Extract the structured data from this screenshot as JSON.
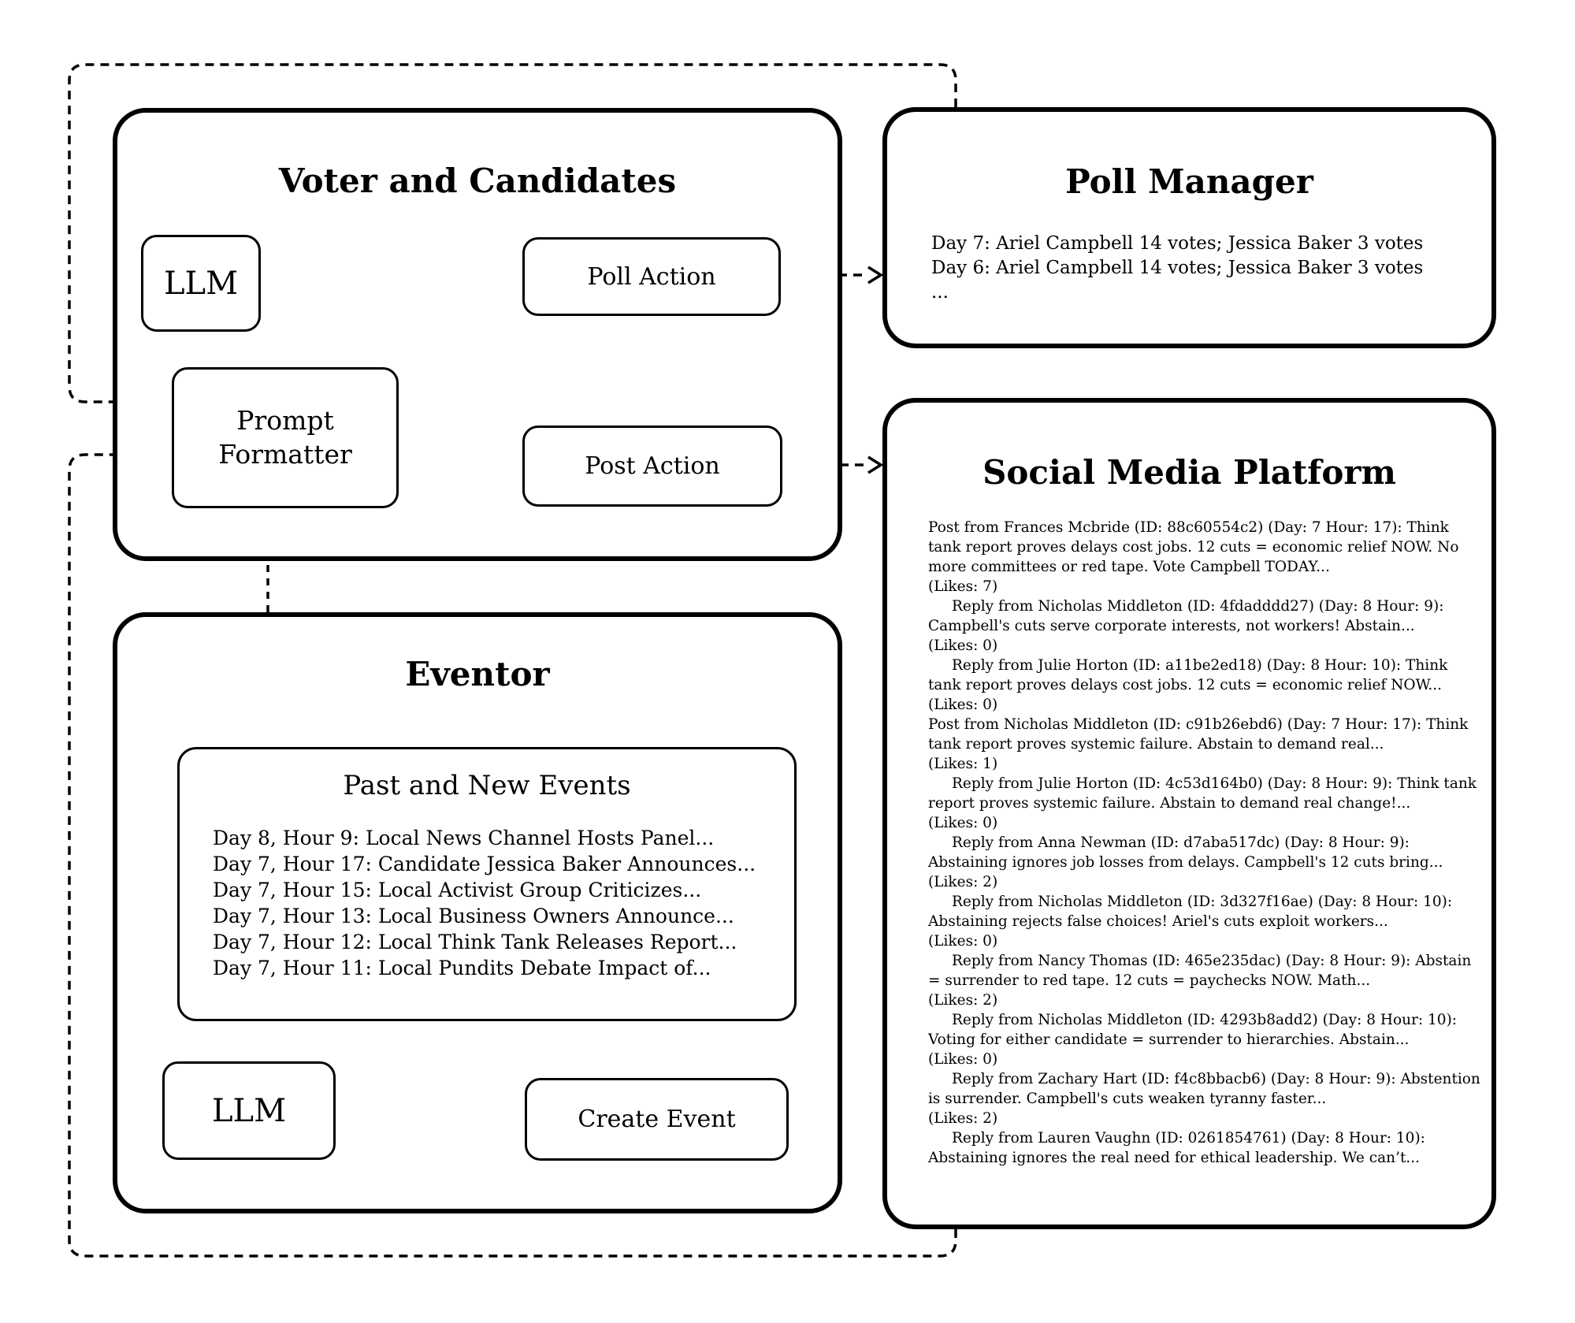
{
  "diagram": {
    "voter": {
      "title": "Voter and Candidates",
      "llm_label": "LLM",
      "prompt_formatter_label": "Prompt Formatter",
      "poll_action_label": "Poll Action",
      "post_action_label": "Post Action"
    },
    "poll_manager": {
      "title": "Poll Manager",
      "lines": [
        "Day 7: Ariel Campbell 14 votes; Jessica Baker 3 votes",
        "Day 6: Ariel Campbell 14 votes; Jessica Baker 3 votes",
        "..."
      ]
    },
    "social_media": {
      "title": "Social Media Platform",
      "posts": [
        {
          "kind": "post",
          "text": "Post from Frances Mcbride (ID: 88c60554c2) (Day: 7 Hour: 17): Think tank report proves delays cost jobs. 12 cuts = economic relief NOW. No more committees or red tape. Vote Campbell TODAY...",
          "likes": "(Likes: 7)"
        },
        {
          "kind": "reply",
          "text": "Reply from Nicholas Middleton (ID: 4fdadddd27) (Day: 8 Hour: 9): Campbell's cuts serve corporate interests, not workers! Abstain...",
          "likes": "(Likes: 0)"
        },
        {
          "kind": "reply",
          "text": "Reply from Julie Horton (ID: a11be2ed18) (Day: 8 Hour: 10): Think tank report proves delays cost jobs. 12 cuts = economic relief NOW...",
          "likes": "(Likes: 0)"
        },
        {
          "kind": "post",
          "text": "Post from Nicholas Middleton (ID: c91b26ebd6) (Day: 7 Hour: 17): Think tank report proves systemic failure. Abstain to demand real...",
          "likes": "(Likes: 1)"
        },
        {
          "kind": "reply",
          "text": "Reply from Julie Horton (ID: 4c53d164b0) (Day: 8 Hour: 9): Think tank report proves systemic failure. Abstain to demand real change!...",
          "likes": "(Likes: 0)"
        },
        {
          "kind": "reply",
          "text": "Reply from Anna Newman (ID: d7aba517dc) (Day: 8 Hour: 9): Abstaining ignores job losses from delays. Campbell's 12 cuts bring...",
          "likes": "(Likes: 2)"
        },
        {
          "kind": "reply",
          "text": "Reply from Nicholas Middleton (ID: 3d327f16ae) (Day: 8 Hour: 10): Abstaining rejects false choices! Ariel's cuts exploit workers...",
          "likes": "(Likes: 0)"
        },
        {
          "kind": "reply",
          "text": "Reply from Nancy Thomas (ID: 465e235dac) (Day: 8 Hour: 9): Abstain = surrender to red tape. 12 cuts = paychecks NOW. Math...",
          "likes": "(Likes: 2)"
        },
        {
          "kind": "reply",
          "text": "Reply from Nicholas Middleton (ID: 4293b8add2) (Day: 8 Hour: 10): Voting for either candidate = surrender to hierarchies. Abstain...",
          "likes": "(Likes: 0)"
        },
        {
          "kind": "reply",
          "text": "Reply from Zachary Hart (ID: f4c8bbacb6) (Day: 8 Hour: 9): Abstention is surrender. Campbell's cuts weaken tyranny faster...",
          "likes": "(Likes: 2)"
        },
        {
          "kind": "reply",
          "text": "Reply from Lauren Vaughn (ID: 0261854761) (Day: 8 Hour: 10): Abstaining ignores the real need for ethical leadership. We can’t...",
          "likes": ""
        }
      ]
    },
    "eventor": {
      "title": "Eventor",
      "events_title": "Past and New Events",
      "events": [
        "Day 8, Hour 9: Local News Channel Hosts Panel...",
        "Day 7, Hour 17: Candidate Jessica Baker Announces...",
        "Day 7, Hour 15: Local Activist Group Criticizes...",
        "Day 7, Hour 13: Local Business Owners Announce...",
        "Day 7, Hour 12: Local Think Tank Releases Report...",
        "Day 7, Hour 11: Local Pundits Debate Impact of..."
      ],
      "llm_label": "LLM",
      "create_event_label": "Create Event"
    }
  }
}
